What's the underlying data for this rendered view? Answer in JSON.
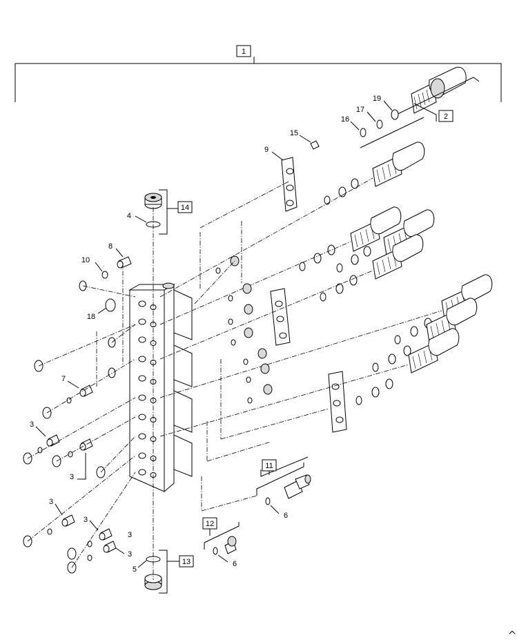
{
  "diagram": {
    "assembly_label": "1",
    "boxed_labels": [
      "1",
      "2",
      "11",
      "12",
      "13",
      "14"
    ],
    "callouts": [
      "3",
      "3",
      "3",
      "3",
      "3",
      "3",
      "4",
      "5",
      "6",
      "6",
      "7",
      "8",
      "9",
      "10",
      "15",
      "16",
      "17",
      "18",
      "19"
    ]
  }
}
